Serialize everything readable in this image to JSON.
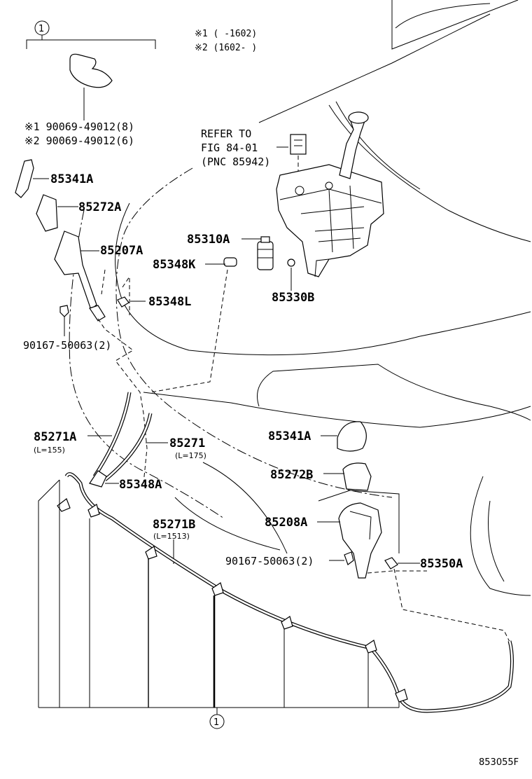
{
  "diagram": {
    "figure_code": "853055F",
    "group_marker": "1",
    "notes": [
      "※1 (    -1602)",
      "※2 (1602-    )"
    ],
    "refer": [
      "REFER TO",
      "FIG 84-01",
      "(PNC 85942)"
    ],
    "clip_parts": [
      "※1 90069-49012(8)",
      "※2 90069-49012(6)"
    ],
    "labels": {
      "p85341A_top": "85341A",
      "p85272A": "85272A",
      "p85207A": "85207A",
      "p85348L": "85348L",
      "p90167_top": "90167-50063(2)",
      "p85310A": "85310A",
      "p85348K": "85348K",
      "p85330B": "85330B",
      "p85341A_right": "85341A",
      "p85272B": "85272B",
      "p85208A": "85208A",
      "p85350A": "85350A",
      "p85271A": "85271A",
      "p85271A_len": "(L=155)",
      "p85271": "85271",
      "p85271_len": "(L=175)",
      "p85348A": "85348A",
      "p85271B": "85271B",
      "p85271B_len": "(L=1513)",
      "p90167_bottom": "90167-50063(2)"
    }
  }
}
